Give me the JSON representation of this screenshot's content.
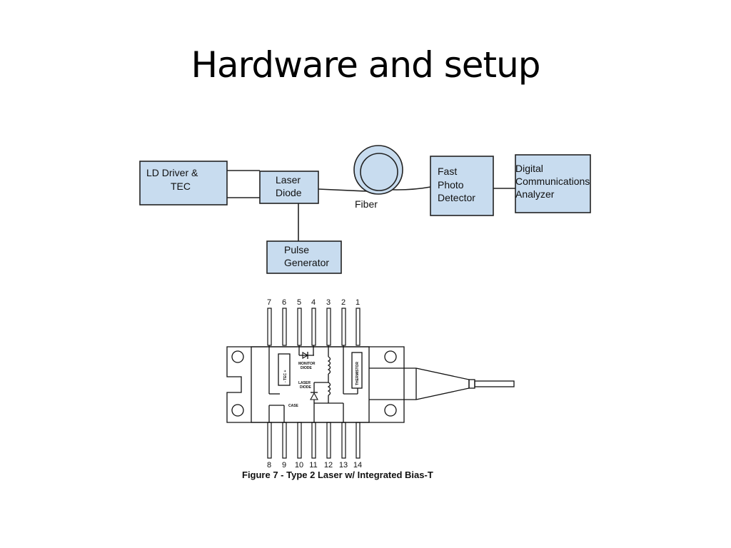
{
  "slide": {
    "title": "Hardware and setup"
  },
  "block_diagram": {
    "ld_driver": [
      "LD Driver &",
      "TEC"
    ],
    "laser_diode": [
      "Laser",
      "Diode"
    ],
    "pulse_generator": [
      "Pulse",
      "Generator"
    ],
    "fiber": "Fiber",
    "photo_detector": [
      "Fast",
      "Photo",
      "Detector"
    ],
    "analyzer": [
      "Digital",
      "Communications",
      "Analyzer"
    ]
  },
  "package_drawing": {
    "top_pins": [
      "7",
      "6",
      "5",
      "4",
      "3",
      "2",
      "1"
    ],
    "bottom_pins": [
      "8",
      "9",
      "10",
      "11",
      "12",
      "13",
      "14"
    ],
    "tec_label": "- TEC +",
    "monitor_diode": [
      "MONITOR",
      "DIODE"
    ],
    "laser_diode": [
      "LASER",
      "DIODE"
    ],
    "thermistor": "THERMISTOR",
    "case": "CASE",
    "caption": "Figure 7 - Type 2 Laser w/ Integrated Bias-T"
  }
}
